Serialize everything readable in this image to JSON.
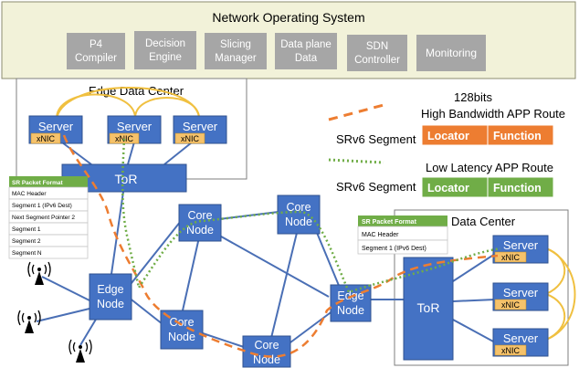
{
  "nos": {
    "title": "Network Operating System",
    "modules": [
      {
        "lines": [
          "P4",
          "Compiler"
        ]
      },
      {
        "lines": [
          "Decision",
          "Engine"
        ]
      },
      {
        "lines": [
          "Slicing",
          "Manager"
        ]
      },
      {
        "lines": [
          "Data plane",
          "Data"
        ]
      },
      {
        "lines": [
          "SDN",
          "Controller"
        ]
      },
      {
        "lines": [
          "Monitoring"
        ]
      }
    ]
  },
  "edge_dc": {
    "title": "Edge Data Center",
    "server_label": "Server",
    "xnic_label": "xNIC",
    "tor_label": "ToR"
  },
  "dc": {
    "title": "Data Center",
    "server_label": "Server",
    "xnic_label": "xNIC",
    "tor_label": "ToR"
  },
  "nodes": {
    "edge_node_lines": [
      "Edge",
      "Node"
    ],
    "core_node_lines": [
      "Core",
      "Node"
    ]
  },
  "legend": {
    "bits": "128bits",
    "high_bw_route": "High Bandwidth APP Route",
    "low_latency_route": "Low Latency APP Route",
    "segment_label": "SRv6 Segment",
    "locator": "Locator",
    "function": "Function"
  },
  "sr_packet_left": {
    "title": "SR Packet Format",
    "rows": [
      "MAC Header",
      "Segment 1 (IPv6 Dest)",
      "Next Segment Pointer 2",
      "Segment 1",
      "Segment 2",
      "Segment N"
    ]
  },
  "sr_packet_right": {
    "title": "SR Packet Format",
    "rows": [
      "MAC Header",
      "Segment 1 (IPv6 Dest)"
    ]
  },
  "colors": {
    "nos_bg": "#f2f2d9",
    "module_gray": "#a6a6a6",
    "node_blue": "#4472c4",
    "node_border": "#2f528f",
    "xnic_orange": "#f5c26b",
    "route_orange": "#ed7d31",
    "route_green": "#70ad47",
    "arc_gold": "#f0c040",
    "link_blue": "#4a6fb5"
  }
}
